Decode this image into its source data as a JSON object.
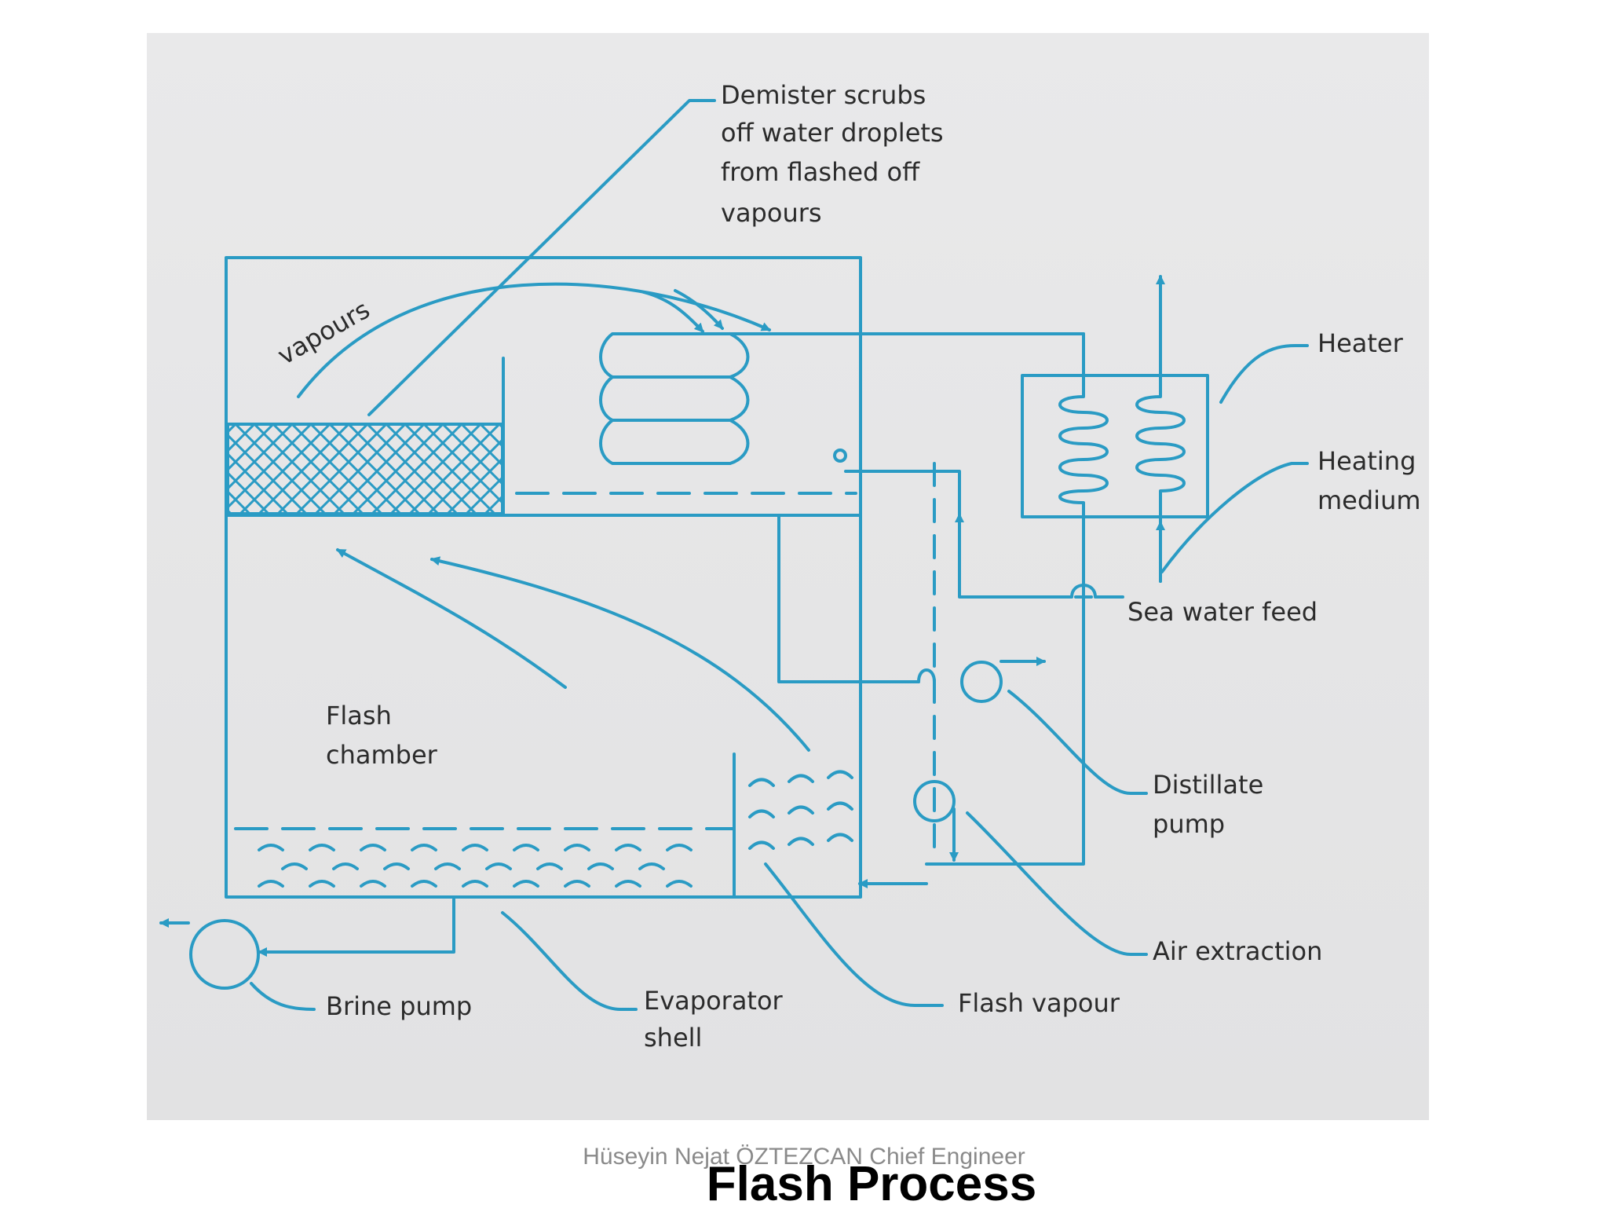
{
  "slide": {
    "title": "Flash Process",
    "footer": "Hüseyin Nejat ÖZTEZCAN Chief Engineer"
  },
  "diagram": {
    "labels": {
      "demister": [
        "Demister scrubs",
        "off water droplets",
        "from flashed off",
        "vapours"
      ],
      "vapours": "vapours",
      "heater": "Heater",
      "heating_medium": [
        "Heating",
        "medium"
      ],
      "sea_water_feed": "Sea water feed",
      "flash_chamber": [
        "Flash",
        "chamber"
      ],
      "distillate_pump": [
        "Distillate",
        "pump"
      ],
      "air_extraction": "Air extraction",
      "flash_vapour": "Flash vapour",
      "evaporator_shell": [
        "Evaporator",
        "shell"
      ],
      "brine_pump": "Brine pump"
    },
    "colors": {
      "line": "#2a9bc4",
      "text": "#2b2b2b",
      "background": "#e6e6e7"
    }
  }
}
